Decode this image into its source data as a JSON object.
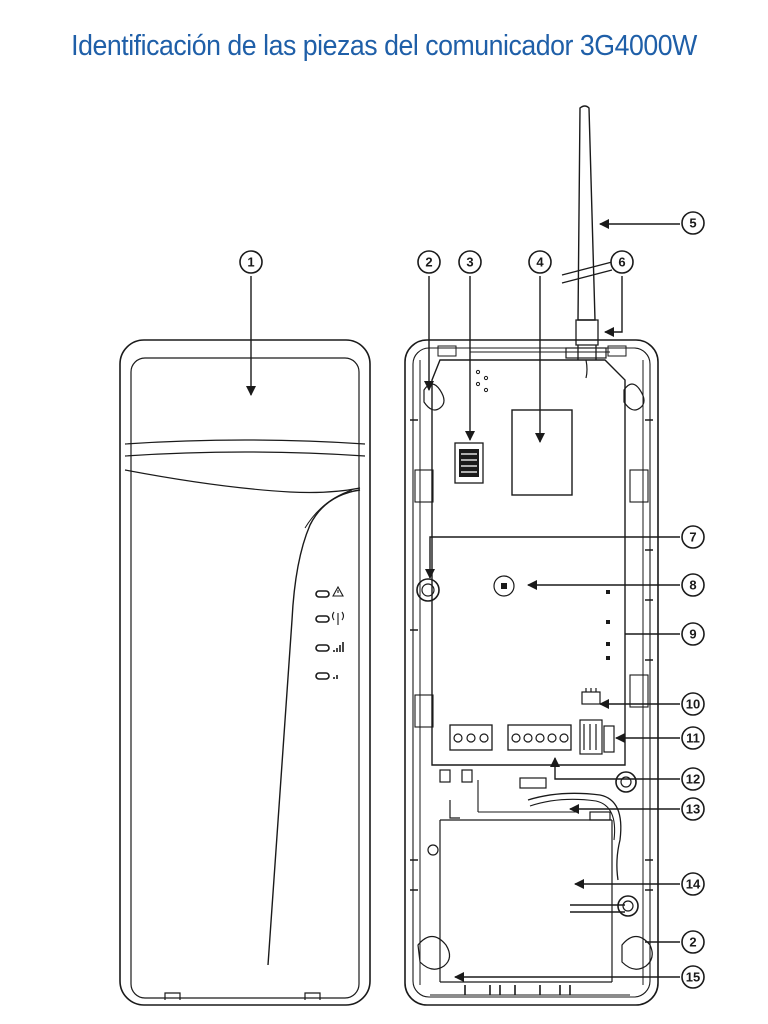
{
  "title": "Identificación de las piezas del comunicador 3G4000W",
  "callouts": [
    "1",
    "2",
    "3",
    "4",
    "5",
    "6",
    "7",
    "8",
    "9",
    "10",
    "11",
    "12",
    "13",
    "14",
    "2",
    "15"
  ],
  "colors": {
    "title": "#1f5fa8",
    "line": "#1a1a1a"
  },
  "icons": [
    "warning-icon",
    "signal-tower-icon",
    "signal-bars-full-icon",
    "signal-bars-low-icon"
  ]
}
